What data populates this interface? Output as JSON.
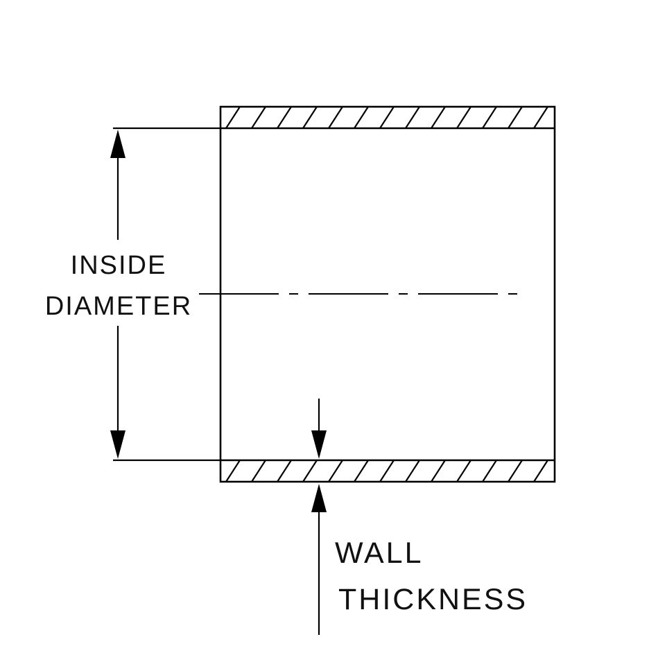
{
  "diagram": {
    "type": "technical-drawing",
    "subject": "Hose / tube cross-section with dimension callouts",
    "labels": {
      "inside_diameter_line1": "INSIDE",
      "inside_diameter_line2": "DIAMETER",
      "wall_thickness_line1": "WALL",
      "wall_thickness_line2": "THICKNESS"
    },
    "colors": {
      "ink": "#000000",
      "background": "#ffffff"
    }
  }
}
